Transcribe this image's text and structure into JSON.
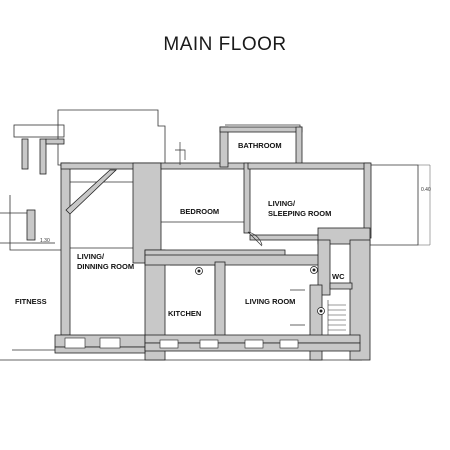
{
  "title": "MAIN FLOOR",
  "rooms": {
    "bathroom": "BATHROOM",
    "bedroom": "BEDROOM",
    "living_sleeping_line1": "LIVING/",
    "living_sleeping_line2": "SLEEPING ROOM",
    "living_dinning_line1": "LIVING/",
    "living_dinning_line2": "DINNING ROOM",
    "wc": "WC",
    "fitness": "FITNESS",
    "kitchen": "KITCHEN",
    "living_room": "LIVING ROOM"
  },
  "dimensions": {
    "left_measure": "1.30",
    "right_measure": "0.40"
  },
  "colors": {
    "wall_fill": "#c8c8c8",
    "wall_stroke": "#222222",
    "line": "#333333",
    "background": "#ffffff"
  }
}
